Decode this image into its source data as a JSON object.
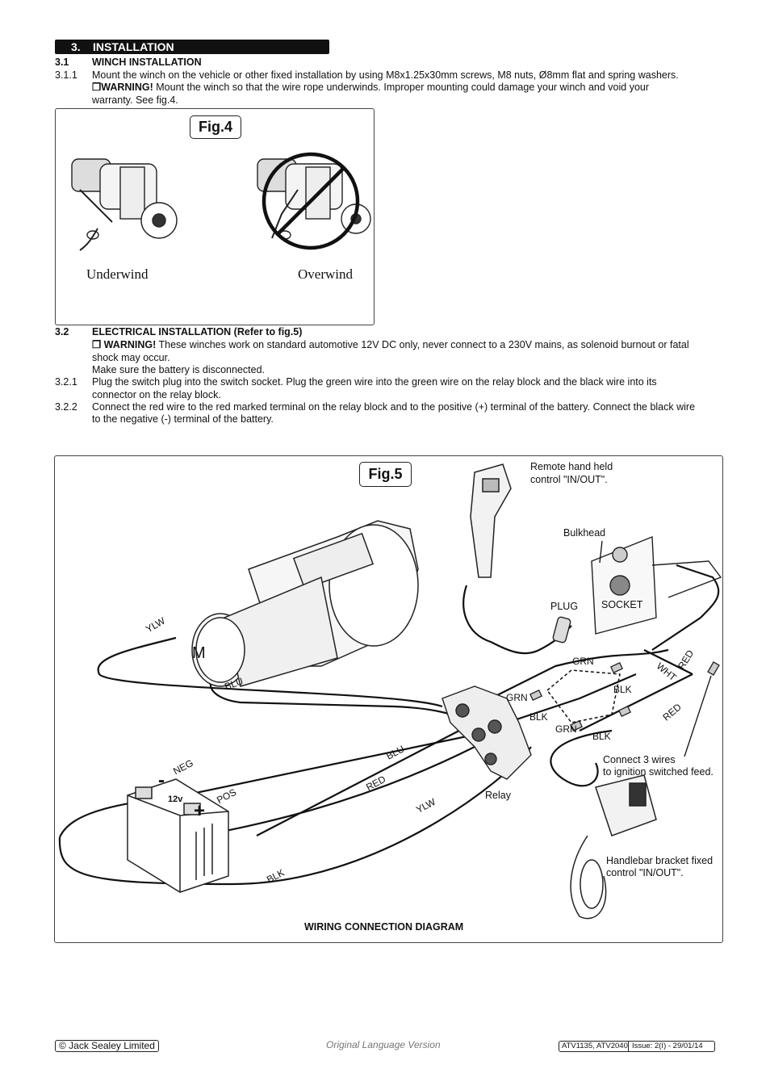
{
  "section": {
    "number": "3.",
    "title": "INSTALLATION"
  },
  "s31": {
    "num": "3.1",
    "title": "WINCH INSTALLATION"
  },
  "s311": {
    "num": "3.1.1",
    "line1": "Mount the winch on the vehicle or other fixed installation by using M8x1.25x30mm screws, M8 nuts, Ø8mm flat and spring washers.",
    "warn_label": "❒WARNING!",
    "warn_text": " Mount the winch so that the wire rope underwinds. Improper mounting could damage your winch and void your",
    "line3": "warranty. See fig.4."
  },
  "fig4": {
    "tag": "Fig.4",
    "left_caption": "Underwind",
    "right_caption": "Overwind"
  },
  "s32": {
    "num": "3.2",
    "title": "ELECTRICAL INSTALLATION (Refer to fig.5)",
    "warn_label": "❒ WARNING!",
    "warn_text": " These winches work on standard automotive 12V DC only, never connect to a 230V mains, as solenoid burnout or fatal",
    "line2": "shock may occur.",
    "line3": "Make sure the battery is disconnected."
  },
  "s321": {
    "num": "3.2.1",
    "line1": "Plug the switch plug into the switch socket. Plug the green wire into the green wire on the relay block and the black wire into its",
    "line2": "connector on the relay block."
  },
  "s322": {
    "num": "3.2.2",
    "line1": "Connect the red wire to the red marked terminal on the relay block and to the positive (+) terminal of the battery. Connect the black wire",
    "line2": "to the negative (-) terminal of the battery."
  },
  "fig5": {
    "tag": "Fig.5",
    "caption": "WIRING CONNECTION DIAGRAM",
    "remote_l1": "Remote hand held",
    "remote_l2": "control \"IN/OUT\".",
    "bulkhead": "Bulkhead",
    "plug": "PLUG",
    "socket": "SOCKET",
    "motor": "M",
    "relay": "Relay",
    "connect_l1": "Connect 3 wires",
    "connect_l2": "to ignition switched feed.",
    "handlebar_l1": "Handlebar bracket fixed",
    "handlebar_l2": "control \"IN/OUT\".",
    "battery_volt": "12v",
    "neg_sign": "-",
    "pos_sign": "+",
    "wires": {
      "ylw": "YLW",
      "blu": "BLU",
      "red": "RED",
      "blk": "BLK",
      "grn": "GRN",
      "wht": "WHT",
      "neg": "NEG",
      "pos": "POS"
    }
  },
  "footer": {
    "copyright": "© Jack Sealey Limited",
    "center": "Original Language Version",
    "models": "ATV1135, ATV2040",
    "issue": "Issue: 2(I) - 29/01/14"
  }
}
